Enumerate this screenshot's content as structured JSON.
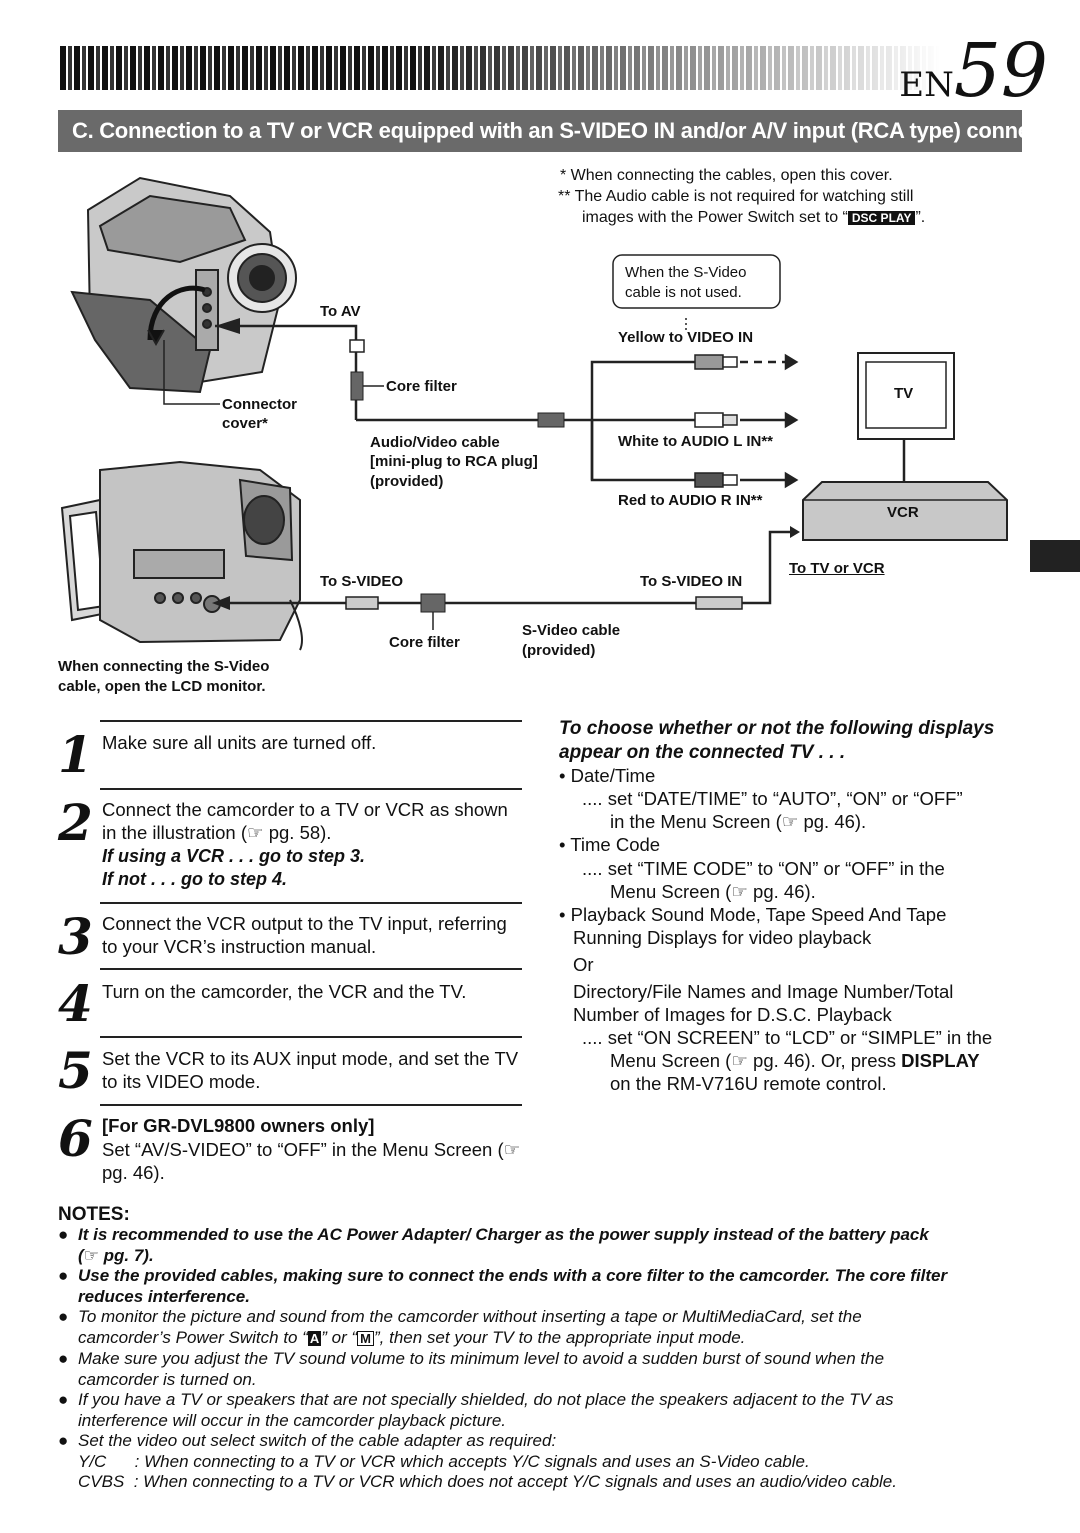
{
  "header": {
    "page_prefix": "EN",
    "page_num": "59",
    "section_title": "C. Connection to a TV or VCR equipped with an S-VIDEO IN and/or A/V input (RCA type) connectors"
  },
  "diagram": {
    "note1": "*  When connecting the cables, open this cover.",
    "note2": "** The Audio cable is not required for watching still",
    "note3_pre": "images with the Power Switch set to “",
    "dsc_play": "DSC PLAY",
    "note3_post": "”.",
    "svideo_box_line1": "When the S-Video",
    "svideo_box_line2": "cable is not used.",
    "to_av": "To AV",
    "core_filter_top": "Core filter",
    "connector_cover_1": "Connector",
    "connector_cover_2": "cover*",
    "av_cable_1": "Audio/Video cable",
    "av_cable_2": "[mini-plug to RCA plug]",
    "av_cable_3": "(provided)",
    "yellow": "Yellow to VIDEO IN",
    "white": "White to AUDIO L IN**",
    "red": "Red to AUDIO R IN**",
    "tv": "TV",
    "vcr": "VCR",
    "to_tv_or_vcr": "To TV or VCR",
    "to_svideo": "To S-VIDEO",
    "to_svideo_in": "To S-VIDEO IN",
    "core_filter_bottom": "Core filter",
    "svideo_cable_1": "S-Video cable",
    "svideo_cable_2": "(provided)",
    "lcd_note_1": "When connecting the S-Video",
    "lcd_note_2": "cable, open the LCD monitor."
  },
  "steps": [
    {
      "num": "1",
      "text": "Make sure all units are turned off."
    },
    {
      "num": "2",
      "text": "Connect the camcorder to a TV or VCR as shown in the illustration (☞ pg. 58).",
      "sub1": "If using a VCR . . . go to step 3.",
      "sub2": "If not . . . go to step 4."
    },
    {
      "num": "3",
      "text": "Connect the VCR output to the TV input, referring to your VCR’s instruction manual."
    },
    {
      "num": "4",
      "text": "Turn on the camcorder, the VCR and the TV."
    },
    {
      "num": "5",
      "text": "Set the VCR to its AUX input mode, and set the TV to its VIDEO mode."
    },
    {
      "num": "6",
      "heading": "[For GR-DVL9800 owners only]",
      "text": "Set “AV/S-VIDEO” to “OFF” in the Menu Screen (☞ pg. 46)."
    }
  ],
  "right_col": {
    "heading1": "To choose whether or not the following displays",
    "heading2": "appear on the connected TV . . .",
    "l1": "• Date/Time",
    "l2": ".... set “DATE/TIME” to “AUTO”, “ON” or “OFF”",
    "l3": "in the Menu Screen (☞ pg. 46).",
    "l4": "• Time Code",
    "l5": ".... set “TIME CODE” to “ON” or “OFF” in the",
    "l6": "Menu Screen (☞ pg. 46).",
    "l7": "• Playback Sound Mode, Tape Speed And Tape",
    "l8": "Running Displays for video playback",
    "l9": "Or",
    "l10": "Directory/File Names and Image Number/Total",
    "l11": "Number of Images for D.S.C. Playback",
    "l12": ".... set “ON SCREEN” to “LCD” or “SIMPLE” in the",
    "l13_pre": "Menu Screen (☞ pg. 46). Or, press ",
    "l13_bold": "DISPLAY",
    "l14": "on the RM-V716U remote control."
  },
  "notes": {
    "heading": "NOTES:",
    "bullet": "●",
    "n1a": "It is recommended to use the AC Power Adapter/ Charger as the power supply instead of the battery pack",
    "n1b": "(☞ pg. 7).",
    "n2a": "Use the provided cables, making sure to connect the ends with a core filter to the camcorder. The core filter",
    "n2b": "reduces interference.",
    "n3a_pre": "To monitor the picture and sound from the camcorder without inserting a tape or MultiMediaCard, set the",
    "n3b_1": "camcorder’s Power Switch to “",
    "n3b_a": "A",
    "n3b_2": "” or “",
    "n3b_m": "M",
    "n3b_3": "”, then set your TV to the appropriate input mode.",
    "n4a": "Make sure you adjust the TV sound volume to its minimum level to avoid a sudden burst of sound when the",
    "n4b": "camcorder is turned on.",
    "n5a": "If you have a TV or speakers that are not specially shielded, do not place the speakers adjacent to the TV as",
    "n5b": "interference will occur in the camcorder playback picture.",
    "n6a": "Set the video out select switch of the cable adapter as required:",
    "n6b": "Y/C      : When connecting to a TV or VCR which accepts Y/C signals and uses an S-Video cable.",
    "n6c": "CVBS  : When connecting to a TV or VCR which does not accept Y/C signals and uses an audio/video cable."
  }
}
